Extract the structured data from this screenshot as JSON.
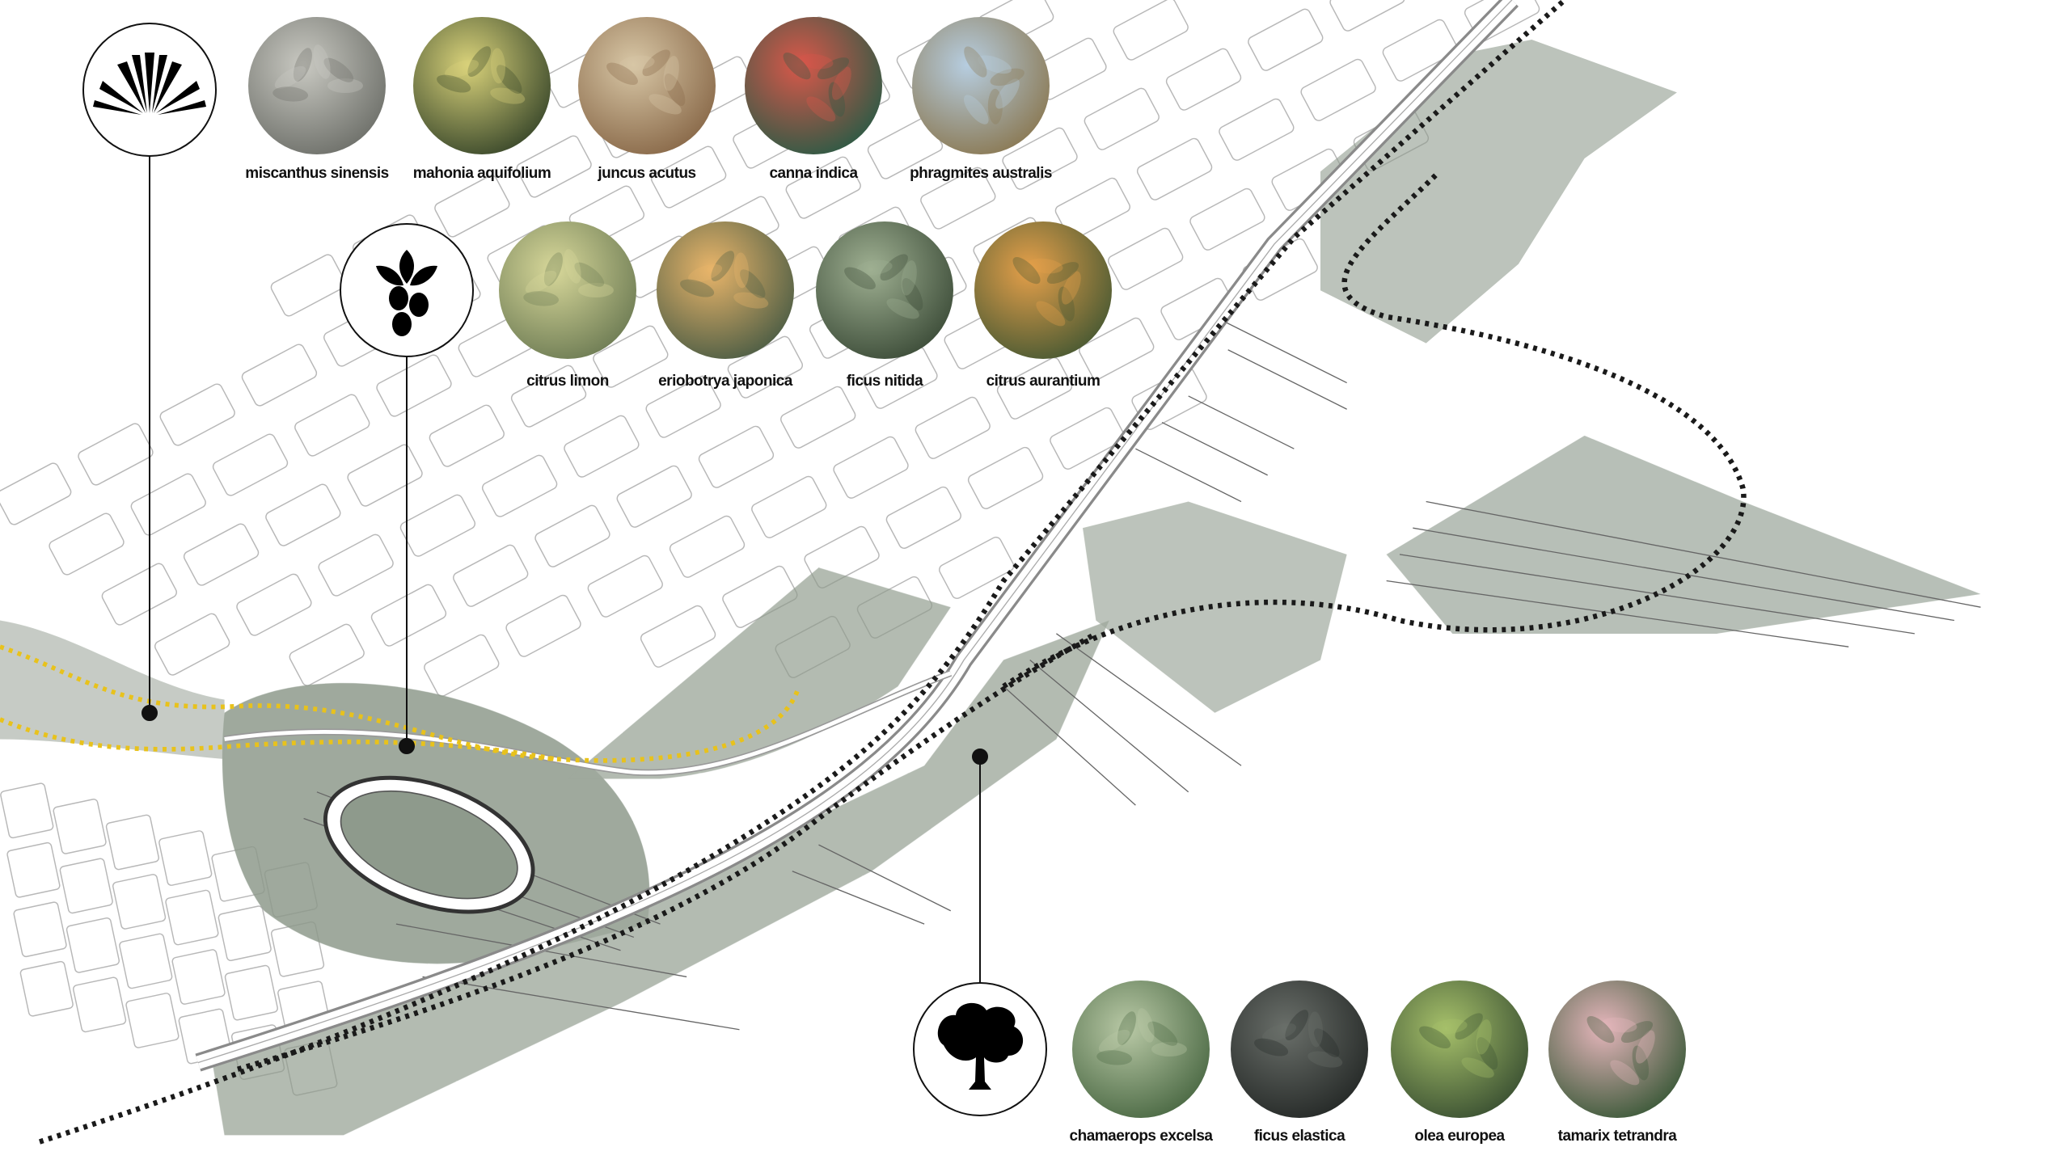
{
  "colors": {
    "green_zone": "#8e9a8c",
    "green_dark": "#6f7d6e",
    "road_edge": "#8a8a8a",
    "block_line": "#b5b5b5",
    "route_black": "#1a1a1a",
    "route_yellow": "#e8c21c"
  },
  "groups": [
    {
      "icon": "grass-icon",
      "species": [
        {
          "label": "miscanthus sinensis",
          "swatch": [
            "#c9c9c2",
            "#6f716b"
          ]
        },
        {
          "label": "mahonia aquifolium",
          "swatch": [
            "#d9d27a",
            "#3c4a2c"
          ]
        },
        {
          "label": "juncus acutus",
          "swatch": [
            "#d8c7a6",
            "#8a6a4a"
          ]
        },
        {
          "label": "canna indica",
          "swatch": [
            "#d9574a",
            "#2f5a45"
          ]
        },
        {
          "label": "phragmites australis",
          "swatch": [
            "#b6cde0",
            "#8b7a55"
          ]
        }
      ]
    },
    {
      "icon": "berries-icon",
      "species": [
        {
          "label": "citrus limon",
          "swatch": [
            "#d8d89a",
            "#6f7d55"
          ]
        },
        {
          "label": "eriobotrya japonica",
          "swatch": [
            "#e9b56a",
            "#4e5e45"
          ]
        },
        {
          "label": "ficus nitida",
          "swatch": [
            "#9fb092",
            "#3e4e3a"
          ]
        },
        {
          "label": "citrus aurantium",
          "swatch": [
            "#e6a04a",
            "#4a5a33"
          ]
        }
      ]
    },
    {
      "icon": "tree-icon",
      "species": [
        {
          "label": "chamaerops excelsa",
          "swatch": [
            "#b9c9a6",
            "#4c6a45"
          ]
        },
        {
          "label": "ficus elastica",
          "swatch": [
            "#6a6f6a",
            "#262a28"
          ]
        },
        {
          "label": "olea europea",
          "swatch": [
            "#a6c06a",
            "#3c5233"
          ]
        },
        {
          "label": "tamarix tetrandra",
          "swatch": [
            "#e6b6bc",
            "#3d5a3a"
          ]
        }
      ]
    }
  ]
}
